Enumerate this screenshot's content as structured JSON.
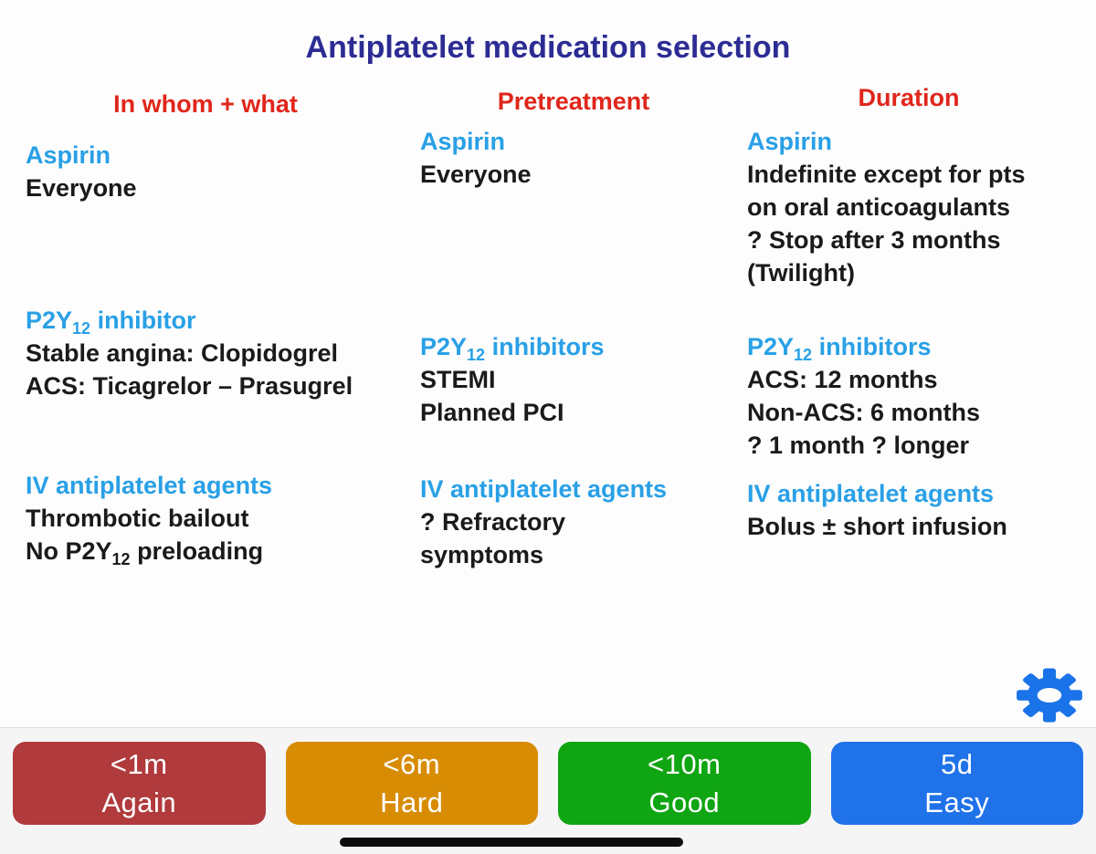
{
  "card": {
    "title": "Antiplatelet medication selection",
    "columns": [
      {
        "header": "In whom + what",
        "sections": [
          {
            "heading": {
              "pre": "Aspirin",
              "sub": "",
              "post": ""
            },
            "lines": [
              {
                "pre": "Everyone",
                "sub": "",
                "post": ""
              }
            ]
          },
          {
            "heading": {
              "pre": "P2Y",
              "sub": "12",
              "post": " inhibitor"
            },
            "lines": [
              {
                "pre": "Stable angina: Clopidogrel",
                "sub": "",
                "post": ""
              },
              {
                "pre": "ACS: Ticagrelor – Prasugrel",
                "sub": "",
                "post": ""
              }
            ]
          },
          {
            "heading": {
              "pre": "IV antiplatelet agents",
              "sub": "",
              "post": ""
            },
            "lines": [
              {
                "pre": "Thrombotic bailout",
                "sub": "",
                "post": ""
              },
              {
                "pre": "No P2Y",
                "sub": "12",
                "post": " preloading"
              }
            ]
          }
        ]
      },
      {
        "header": "Pretreatment",
        "sections": [
          {
            "heading": {
              "pre": "Aspirin",
              "sub": "",
              "post": ""
            },
            "lines": [
              {
                "pre": "Everyone",
                "sub": "",
                "post": ""
              }
            ]
          },
          {
            "heading": {
              "pre": "P2Y",
              "sub": "12",
              "post": " inhibitors"
            },
            "lines": [
              {
                "pre": "STEMI",
                "sub": "",
                "post": ""
              },
              {
                "pre": "Planned PCI",
                "sub": "",
                "post": ""
              }
            ]
          },
          {
            "heading": {
              "pre": "IV antiplatelet agents",
              "sub": "",
              "post": ""
            },
            "lines": [
              {
                "pre": "? Refractory",
                "sub": "",
                "post": ""
              },
              {
                "pre": "symptoms",
                "sub": "",
                "post": ""
              }
            ]
          }
        ]
      },
      {
        "header": "Duration",
        "sections": [
          {
            "heading": {
              "pre": "Aspirin",
              "sub": "",
              "post": ""
            },
            "lines": [
              {
                "pre": "Indefinite except for  pts",
                "sub": "",
                "post": ""
              },
              {
                "pre": "on oral anticoagulants",
                "sub": "",
                "post": ""
              },
              {
                "pre": "? Stop after 3 months",
                "sub": "",
                "post": ""
              },
              {
                "pre": "(Twilight)",
                "sub": "",
                "post": ""
              }
            ]
          },
          {
            "heading": {
              "pre": "P2Y",
              "sub": "12",
              "post": " inhibitors"
            },
            "lines": [
              {
                "pre": "ACS: 12 months",
                "sub": "",
                "post": ""
              },
              {
                "pre": "Non-ACS: 6 months",
                "sub": "",
                "post": ""
              },
              {
                "pre": "? 1 month ? longer",
                "sub": "",
                "post": ""
              }
            ]
          },
          {
            "heading": {
              "pre": "IV antiplatelet agents",
              "sub": "",
              "post": ""
            },
            "lines": [
              {
                "pre": "Bolus ± short infusion",
                "sub": "",
                "post": ""
              }
            ]
          }
        ]
      }
    ]
  },
  "settings": {
    "gear_icon": "gear",
    "gear_color": "#1a73e8"
  },
  "answer_bar": {
    "buttons": [
      {
        "id": "again",
        "time": "<1m",
        "label": "Again",
        "color": "#b03a3c"
      },
      {
        "id": "hard",
        "time": "<6m",
        "label": "Hard",
        "color": "#d88c04"
      },
      {
        "id": "good",
        "time": "<10m",
        "label": "Good",
        "color": "#10a512"
      },
      {
        "id": "easy",
        "time": "5d",
        "label": "Easy",
        "color": "#2072e8"
      }
    ]
  },
  "colors": {
    "title": "#2c2c94",
    "column_header_red": "#e0261b",
    "subheading_blue": "#29a0e6",
    "body_text": "#1a1a1a",
    "bar_background": "#f5f5f6"
  }
}
